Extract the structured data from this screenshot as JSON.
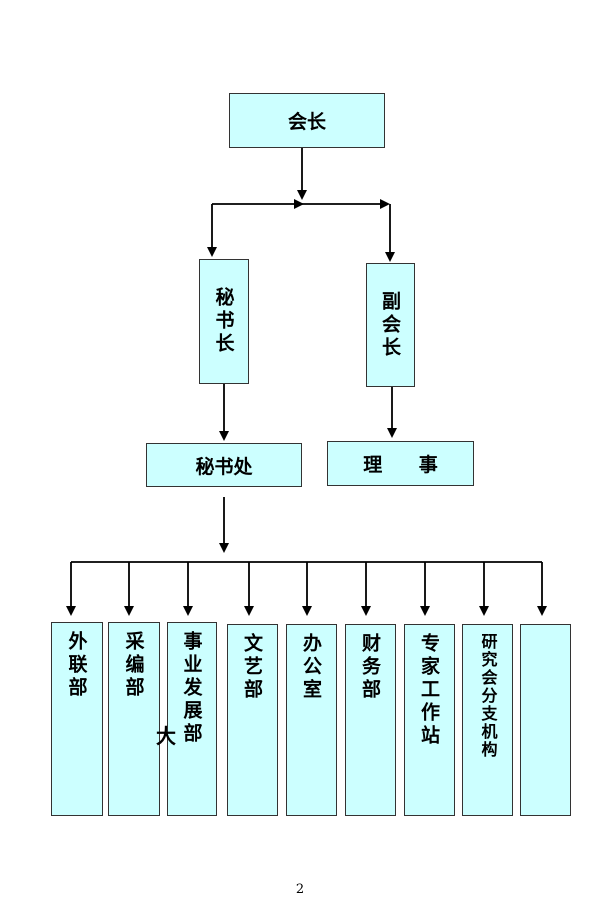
{
  "chart": {
    "president": "会长",
    "secretary_general": "秘书长",
    "vice_president": "副会长",
    "secretariat": "秘书处",
    "council": "理 事",
    "departments": [
      "外联部",
      "采编部",
      "事业发展部",
      "文艺部",
      "办公室",
      "财务部",
      "专家工作站",
      "研究会分支机构",
      ""
    ]
  },
  "stray_glyph": "大",
  "footer": {
    "page_number": "2"
  },
  "colors": {
    "box_fill": "#ccffff",
    "line": "#000000"
  }
}
